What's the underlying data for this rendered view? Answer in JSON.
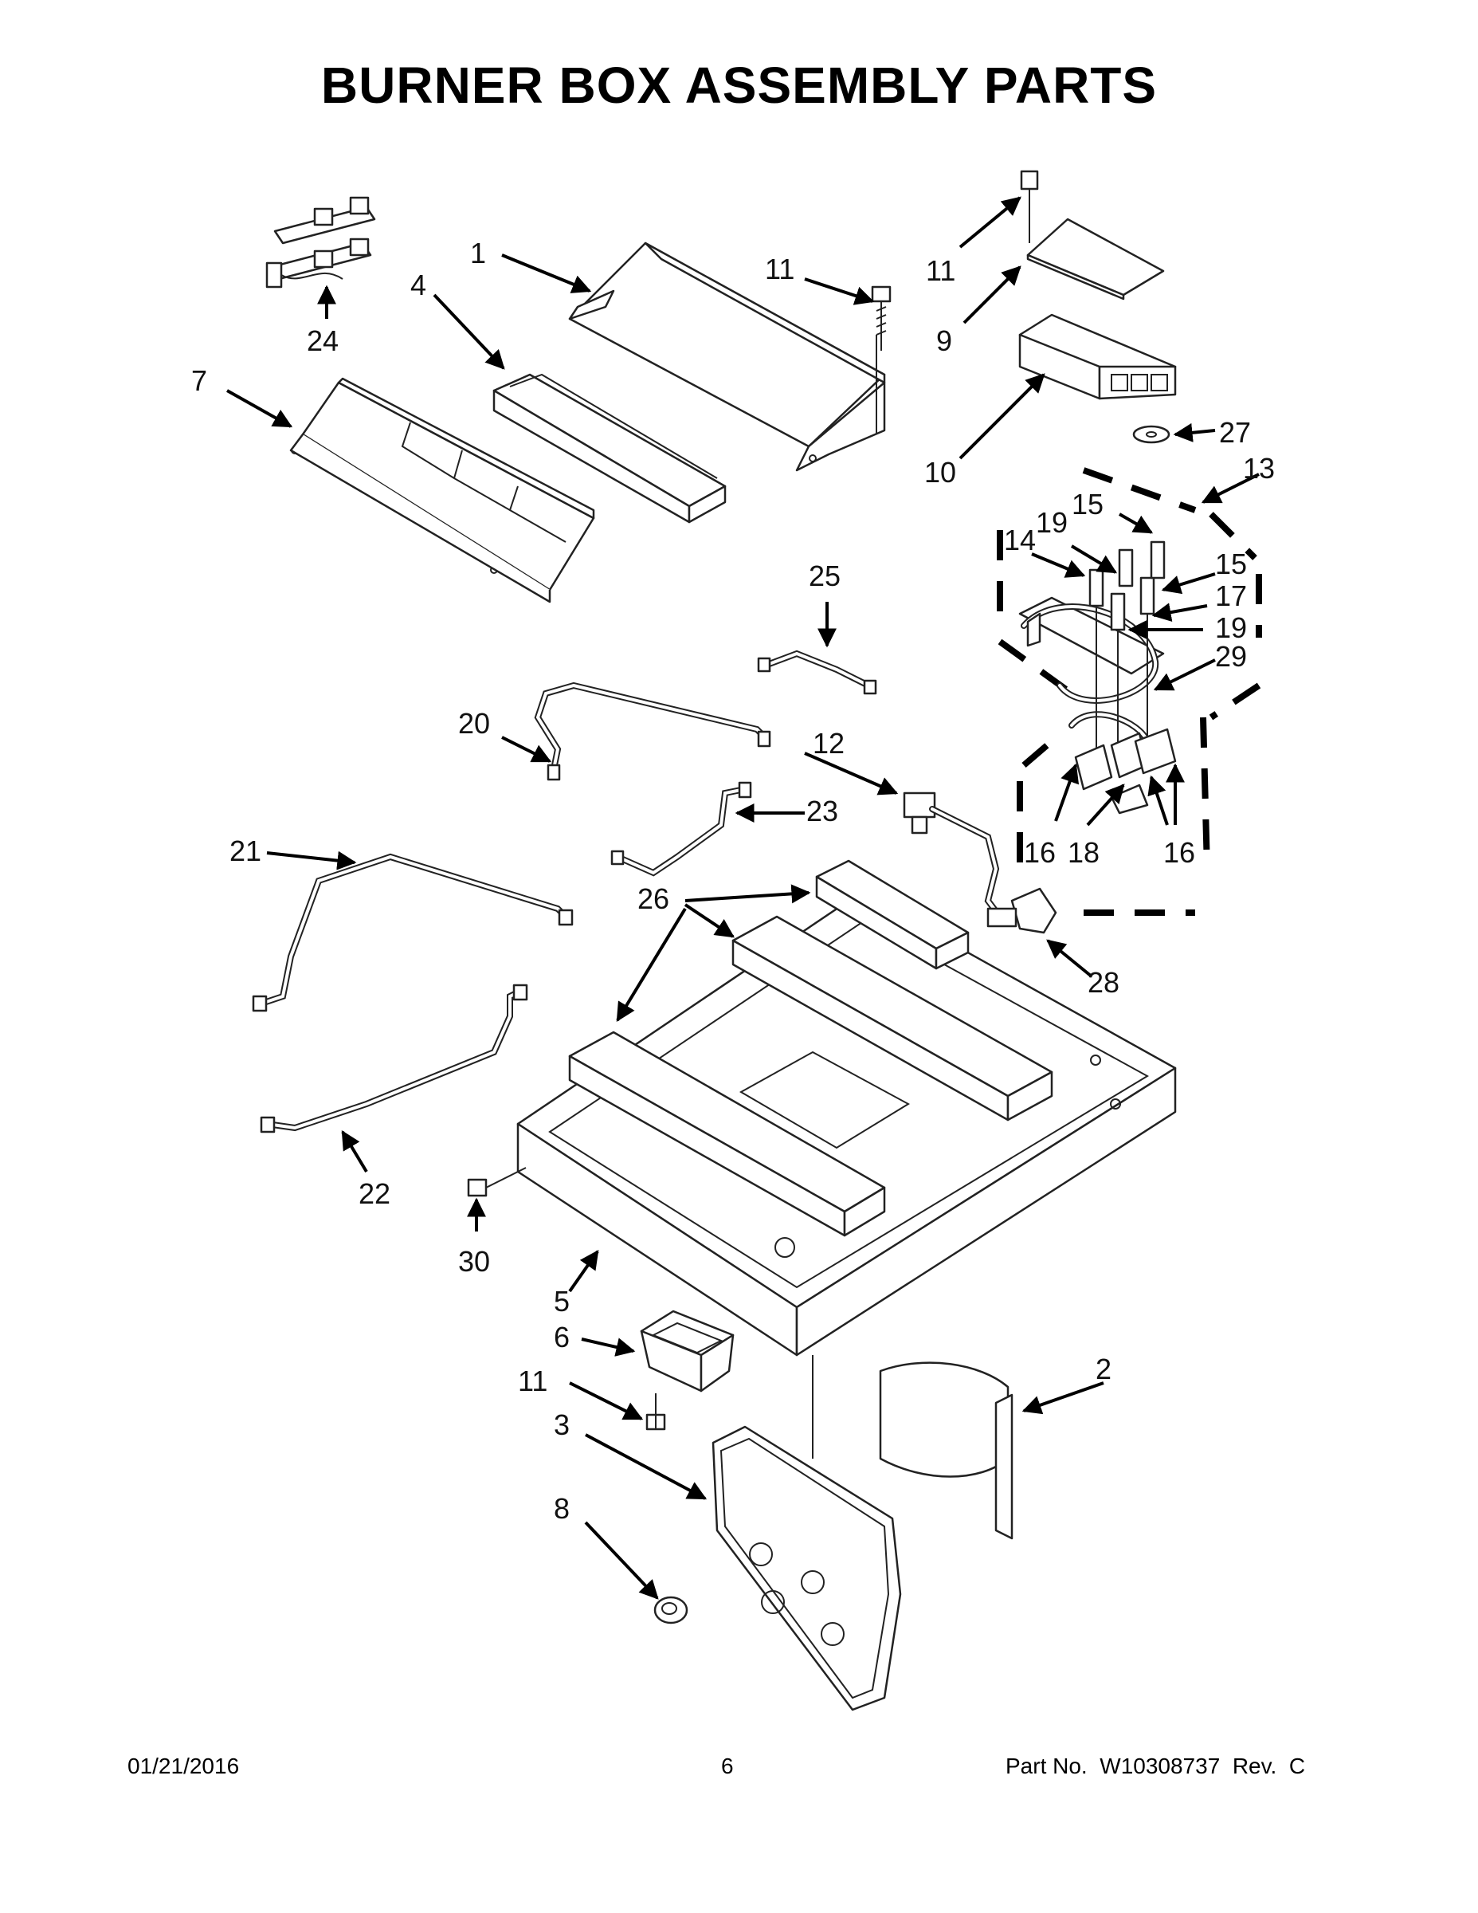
{
  "title": "BURNER BOX ASSEMBLY PARTS",
  "footer": {
    "date": "01/21/2016",
    "page": "6",
    "part_no": "Part No.  W10308737  Rev.  C"
  },
  "callouts": {
    "c1": "1",
    "c2": "2",
    "c3": "3",
    "c4": "4",
    "c5": "5",
    "c6": "6",
    "c7": "7",
    "c8": "8",
    "c9": "9",
    "c10": "10",
    "c11a": "11",
    "c11b": "11",
    "c11c": "11",
    "c12": "12",
    "c13": "13",
    "c14": "14",
    "c15a": "15",
    "c15b": "15",
    "c16a": "16",
    "c16b": "16",
    "c17": "17",
    "c18": "18",
    "c19a": "19",
    "c19b": "19",
    "c20": "20",
    "c21": "21",
    "c22": "22",
    "c23": "23",
    "c24": "24",
    "c25": "25",
    "c26": "26",
    "c27": "27",
    "c28": "28",
    "c29": "29",
    "c30": "30"
  }
}
